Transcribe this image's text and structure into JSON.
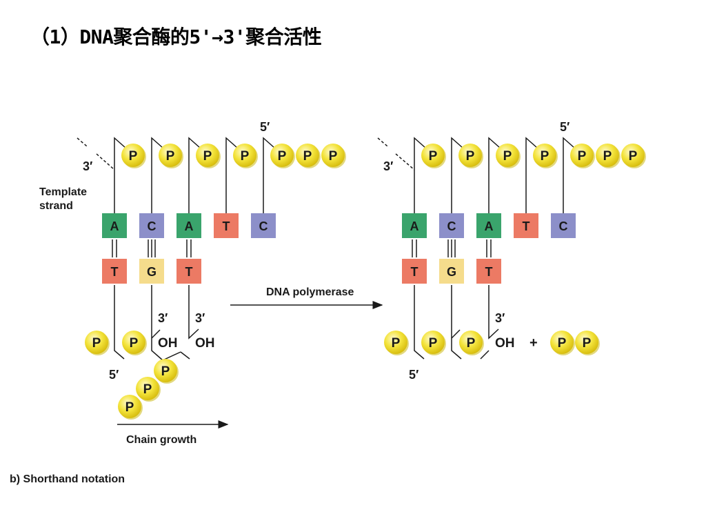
{
  "title": "（1）DNA聚合酶的5'→3'聚合活性",
  "phosphate_letter": "P",
  "colors": {
    "A": "#3aa46c",
    "C": "#8c8fc9",
    "G": "#f5dc8c",
    "T": "#ec7a64",
    "phosphate": "#f3e33a",
    "arrow": "#1a1a1a"
  },
  "left_panel": {
    "prime_5_top": "5′",
    "prime_3_left": "3′",
    "template_label_line1": "Template",
    "template_label_line2": "strand",
    "template_bases": [
      "A",
      "C",
      "A",
      "T",
      "C"
    ],
    "new_bases": [
      "T",
      "G",
      "T"
    ],
    "prime_3_a": "3′",
    "prime_3_b": "3′",
    "oh_a": "OH",
    "oh_b": "OH",
    "prime_5_bottom": "5′",
    "chain_growth": "Chain growth"
  },
  "arrow_label": "DNA polymerase",
  "right_panel": {
    "prime_5_top": "5′",
    "prime_3_left": "3′",
    "template_bases": [
      "A",
      "C",
      "A",
      "T",
      "C"
    ],
    "new_bases": [
      "T",
      "G",
      "T"
    ],
    "prime_3": "3′",
    "oh": "OH",
    "plus": "+",
    "prime_5_bottom": "5′"
  },
  "caption": "b) Shorthand notation"
}
